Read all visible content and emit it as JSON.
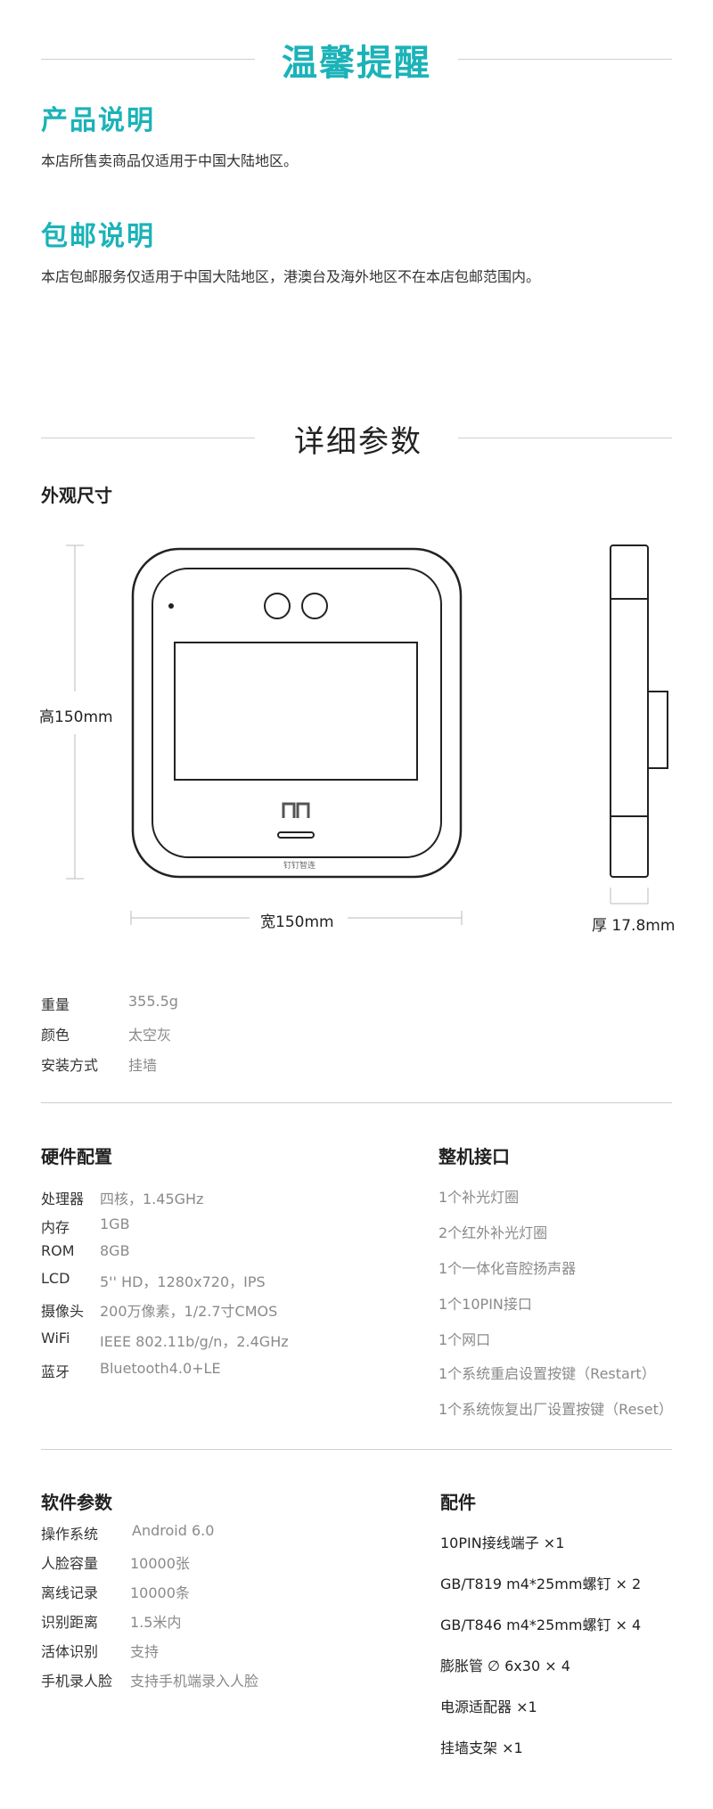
{
  "notice": {
    "title": "温馨提醒",
    "product_heading": "产品说明",
    "product_text": "本店所售卖商品仅适用于中国大陆地区。",
    "shipping_heading": "包邮说明",
    "shipping_text": "本店包邮服务仅适用于中国大陆地区，港澳台及海外地区不在本店包邮范围内。"
  },
  "params": {
    "title": "详细参数",
    "appearance_heading": "外观尺寸",
    "height_label": "高150mm",
    "width_label": "宽150mm",
    "thickness_label": "厚 17.8mm",
    "brand_text": "钉钉智连",
    "basic": [
      {
        "label": "重量",
        "value": "355.5g"
      },
      {
        "label": "颜色",
        "value": "太空灰"
      },
      {
        "label": "安装方式",
        "value": "挂墙"
      }
    ]
  },
  "hardware": {
    "heading": "硬件配置",
    "rows": [
      {
        "label": "处理器",
        "value": "四核，1.45GHz"
      },
      {
        "label": "内存",
        "value": "1GB"
      },
      {
        "label": "ROM",
        "value": "8GB"
      },
      {
        "label": "LCD",
        "value": "5'' HD，1280x720，IPS"
      },
      {
        "label": "摄像头",
        "value": "200万像素，1/2.7寸CMOS"
      },
      {
        "label": "WiFi",
        "value": "IEEE 802.11b/g/n，2.4GHz"
      },
      {
        "label": "蓝牙",
        "value": "Bluetooth4.0+LE"
      }
    ]
  },
  "interfaces": {
    "heading": "整机接口",
    "items": [
      "1个补光灯圈",
      "2个红外补光灯圈",
      "1个一体化音腔扬声器",
      "1个10PIN接口",
      "1个网口",
      "1个系统重启设置按键（Restart）",
      "1个系统恢复出厂设置按键（Reset）"
    ]
  },
  "software": {
    "heading": "软件参数",
    "rows": [
      {
        "label": "操作系统",
        "value": "Android 6.0"
      },
      {
        "label": "人脸容量",
        "value": "10000张"
      },
      {
        "label": "离线记录",
        "value": "10000条"
      },
      {
        "label": "识别距离",
        "value": "1.5米内"
      },
      {
        "label": "活体识别",
        "value": "支持"
      },
      {
        "label": "手机录人脸",
        "value": "支持手机端录入人脸"
      }
    ]
  },
  "accessories": {
    "heading": "配件",
    "items": [
      "10PIN接线端子 ×1",
      "GB/T819 m4*25mm螺钉 × 2",
      "GB/T846 m4*25mm螺钉 × 4",
      "膨胀管 ∅ 6x30 × 4",
      "电源适配器 ×1",
      "挂墙支架 ×1"
    ]
  }
}
